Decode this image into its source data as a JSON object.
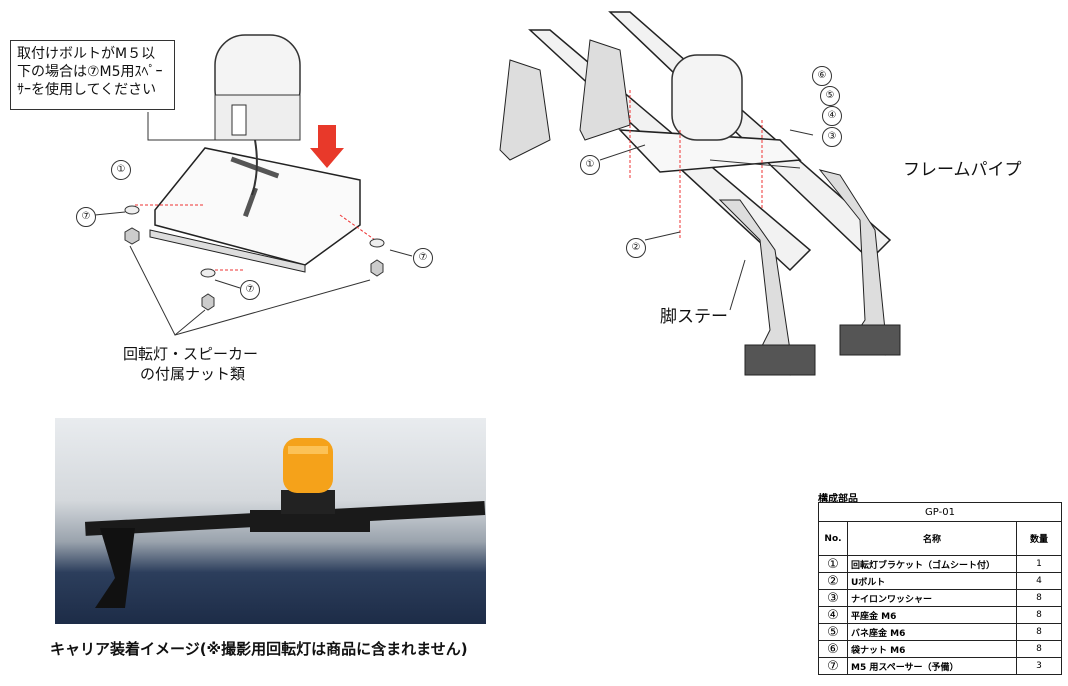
{
  "left_diagram": {
    "note": "取付けボルトがM５以下の場合は⑦M5用ｽﾍﾟｰｻｰを使用してください",
    "callouts": [
      "①",
      "⑦",
      "⑦",
      "⑦"
    ],
    "nuts_label_line1": "回転灯・スピーカー",
    "nuts_label_line2": "の付属ナット類"
  },
  "right_diagram": {
    "callouts": [
      "⑥",
      "⑤",
      "④",
      "③",
      "①",
      "②"
    ],
    "frame_pipe_label": "フレームパイプ",
    "leg_stay_label": "脚ステー"
  },
  "photo": {
    "caption": "キャリア装着イメージ(※撮影用回転灯は商品に含まれません)"
  },
  "parts_table": {
    "title": "構成部品",
    "model": "GP-01",
    "headers": [
      "No.",
      "名称",
      "数量"
    ],
    "rows": [
      {
        "no": "①",
        "name": "回転灯ブラケット（ゴムシート付）",
        "qty": "1"
      },
      {
        "no": "②",
        "name": "Uボルト",
        "qty": "4"
      },
      {
        "no": "③",
        "name": "ナイロンワッシャー",
        "qty": "8"
      },
      {
        "no": "④",
        "name": "平座金 M6",
        "qty": "8"
      },
      {
        "no": "⑤",
        "name": "バネ座金 M6",
        "qty": "8"
      },
      {
        "no": "⑥",
        "name": "袋ナット M6",
        "qty": "8"
      },
      {
        "no": "⑦",
        "name": "M5 用スペーサー（予備）",
        "qty": "3"
      }
    ]
  },
  "colors": {
    "arrow": "#e8392a",
    "beacon": "#f5a21a"
  }
}
